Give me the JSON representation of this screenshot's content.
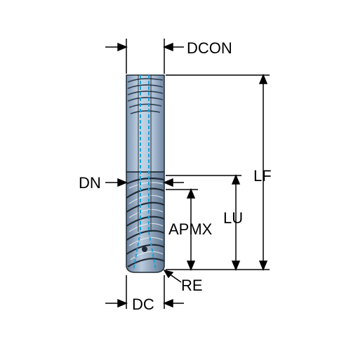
{
  "labels": {
    "dcon": "DCON",
    "dn": "DN",
    "lf": "LF",
    "lu": "LU",
    "apmx": "APMX",
    "re": "RE",
    "dc": "DC"
  },
  "colors": {
    "shank": "#b4c6da",
    "shank_dark": "#7f97b3",
    "flute": "#a3b6cc",
    "coolant": "#1aa3d9",
    "outline": "#1f2a36",
    "dimension": "#000000"
  }
}
